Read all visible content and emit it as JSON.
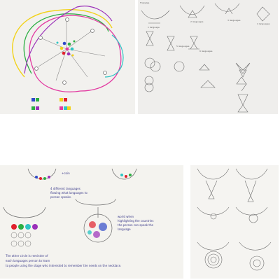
{
  "panels": [
    {
      "name": "color-circle-sketch"
    },
    {
      "name": "triangle-pattern-sketch"
    },
    {
      "name": "necklace-concept-sketch"
    },
    {
      "name": "pendant-variations-sketch"
    }
  ],
  "panel2": {
    "corner_label": "Triangles",
    "labels": [
      "1 language",
      "2 languages",
      "3 languages",
      "4 languages",
      "5 languages",
      "6 languages"
    ]
  },
  "panel3": {
    "top_label": "+coin",
    "body_lines": [
      "4 different languages",
      "flowing what languages to",
      "person speaks."
    ],
    "right_note_lines": [
      "world when",
      "highlighting the countries",
      "the person can speak the",
      "language"
    ],
    "bottom_lines": [
      "The other circle is reminder of",
      "each languages person to learn",
      "to people using the stage who interested to remember the needs on the necklace."
    ]
  },
  "colors": {
    "blue": "#2f49c9",
    "red": "#e0202c",
    "yellow": "#f2d21a",
    "green": "#2cae43",
    "purple": "#9a2fb9",
    "pink": "#e23aa1",
    "teal": "#2fc4c4",
    "ink": "#3b3c86",
    "pencil": "#6d6d6d"
  }
}
